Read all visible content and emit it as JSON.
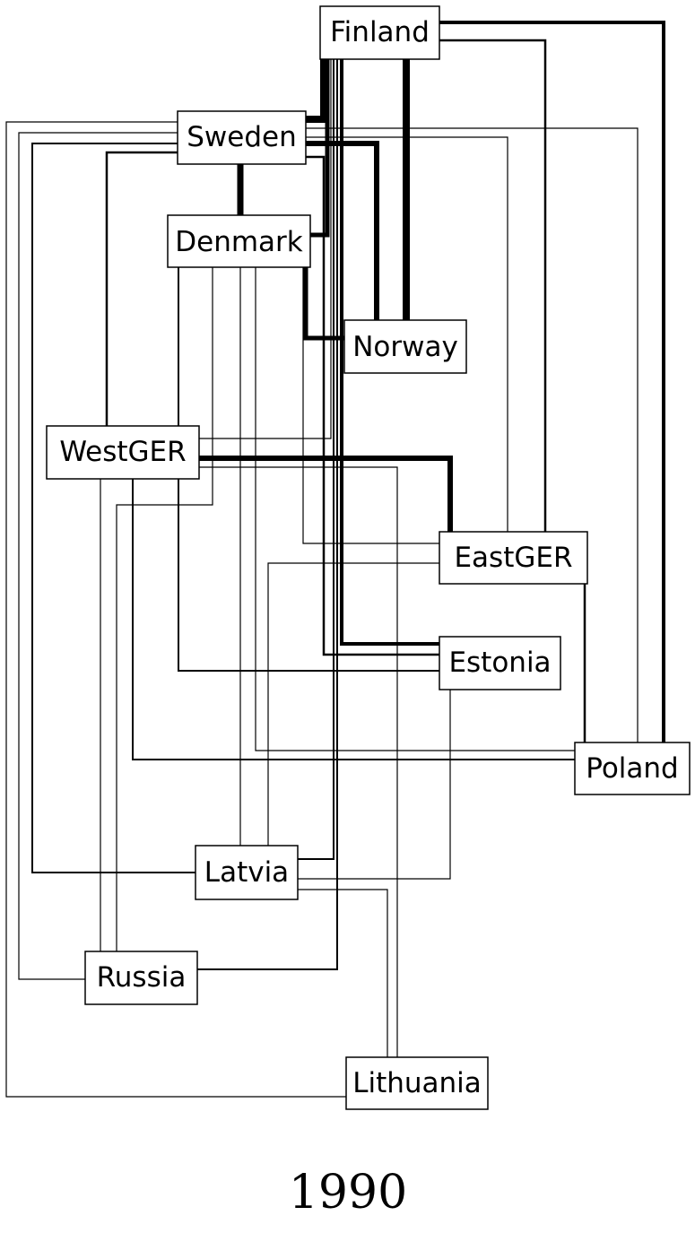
{
  "year": "1990",
  "nodes": {
    "finland": "Finland",
    "sweden": "Sweden",
    "denmark": "Denmark",
    "norway": "Norway",
    "westger": "WestGER",
    "eastger": "EastGER",
    "estonia": "Estonia",
    "poland": "Poland",
    "latvia": "Latvia",
    "russia": "Russia",
    "lithuania": "Lithuania"
  },
  "edges": [
    {
      "from": "Finland",
      "to": "Sweden",
      "weight": "very-heavy"
    },
    {
      "from": "Finland",
      "to": "Norway",
      "weight": "very-heavy"
    },
    {
      "from": "Finland",
      "to": "Poland",
      "weight": "heavy"
    },
    {
      "from": "Finland",
      "to": "EastGER",
      "weight": "medium"
    },
    {
      "from": "Finland",
      "to": "Denmark",
      "weight": "heavy"
    },
    {
      "from": "Finland",
      "to": "Estonia",
      "weight": "heavy"
    },
    {
      "from": "Finland",
      "to": "Latvia",
      "weight": "medium"
    },
    {
      "from": "Finland",
      "to": "Russia",
      "weight": "medium"
    },
    {
      "from": "Finland",
      "to": "WestGER",
      "weight": "thin"
    },
    {
      "from": "Sweden",
      "to": "Denmark",
      "weight": "heavy"
    },
    {
      "from": "Sweden",
      "to": "Norway",
      "weight": "heavy"
    },
    {
      "from": "Sweden",
      "to": "WestGER",
      "weight": "medium"
    },
    {
      "from": "Sweden",
      "to": "Latvia",
      "weight": "medium"
    },
    {
      "from": "Sweden",
      "to": "Russia",
      "weight": "thin"
    },
    {
      "from": "Sweden",
      "to": "Lithuania",
      "weight": "thin"
    },
    {
      "from": "Sweden",
      "to": "Poland",
      "weight": "thin"
    },
    {
      "from": "Sweden",
      "to": "EastGER",
      "weight": "thin"
    },
    {
      "from": "Sweden",
      "to": "Estonia",
      "weight": "medium"
    },
    {
      "from": "Denmark",
      "to": "Norway",
      "weight": "heavy"
    },
    {
      "from": "Denmark",
      "to": "EastGER",
      "weight": "thin"
    },
    {
      "from": "Denmark",
      "to": "Estonia",
      "weight": "medium"
    },
    {
      "from": "Denmark",
      "to": "Latvia",
      "weight": "thin"
    },
    {
      "from": "Denmark",
      "to": "Russia",
      "weight": "thin"
    },
    {
      "from": "Denmark",
      "to": "Poland",
      "weight": "thin"
    },
    {
      "from": "WestGER",
      "to": "EastGER",
      "weight": "heavy"
    },
    {
      "from": "WestGER",
      "to": "Russia",
      "weight": "thin"
    },
    {
      "from": "WestGER",
      "to": "Poland",
      "weight": "medium"
    },
    {
      "from": "WestGER",
      "to": "Lithuania",
      "weight": "thin"
    },
    {
      "from": "EastGER",
      "to": "Poland",
      "weight": "medium"
    },
    {
      "from": "EastGER",
      "to": "Latvia",
      "weight": "thin"
    },
    {
      "from": "Estonia",
      "to": "Latvia",
      "weight": "thin"
    },
    {
      "from": "Latvia",
      "to": "Lithuania",
      "weight": "thin"
    }
  ]
}
